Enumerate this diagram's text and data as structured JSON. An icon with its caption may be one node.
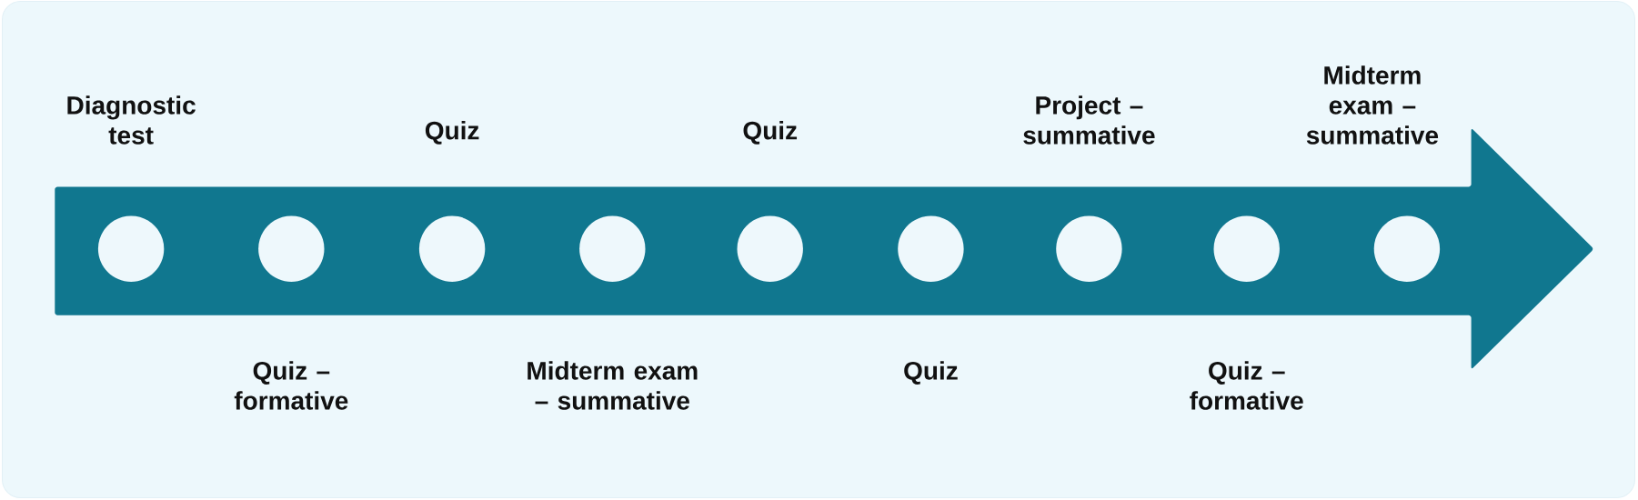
{
  "diagram": {
    "nodes": [
      {
        "text": [],
        "shape": "circle",
        "beside": [
          "Diagnostic test"
        ]
      },
      {
        "text": [],
        "shape": "circle",
        "beside": [
          "Quiz – formative"
        ]
      },
      {
        "text": [],
        "shape": "circle",
        "beside": [
          "Quiz"
        ]
      },
      {
        "text": [],
        "shape": "circle",
        "beside": [
          "Midterm exam – summative"
        ]
      },
      {
        "text": [],
        "shape": "circle",
        "beside": [
          "Quiz"
        ]
      },
      {
        "text": [],
        "shape": "circle",
        "beside": [
          "Quiz"
        ]
      },
      {
        "text": [],
        "shape": "circle",
        "beside": [
          "Project – summative"
        ]
      },
      {
        "text": [],
        "shape": "circle",
        "beside": [
          "Quiz – formative"
        ]
      },
      {
        "text": [],
        "shape": "circle",
        "beside": [
          "Midterm exam – summative"
        ]
      }
    ]
  }
}
